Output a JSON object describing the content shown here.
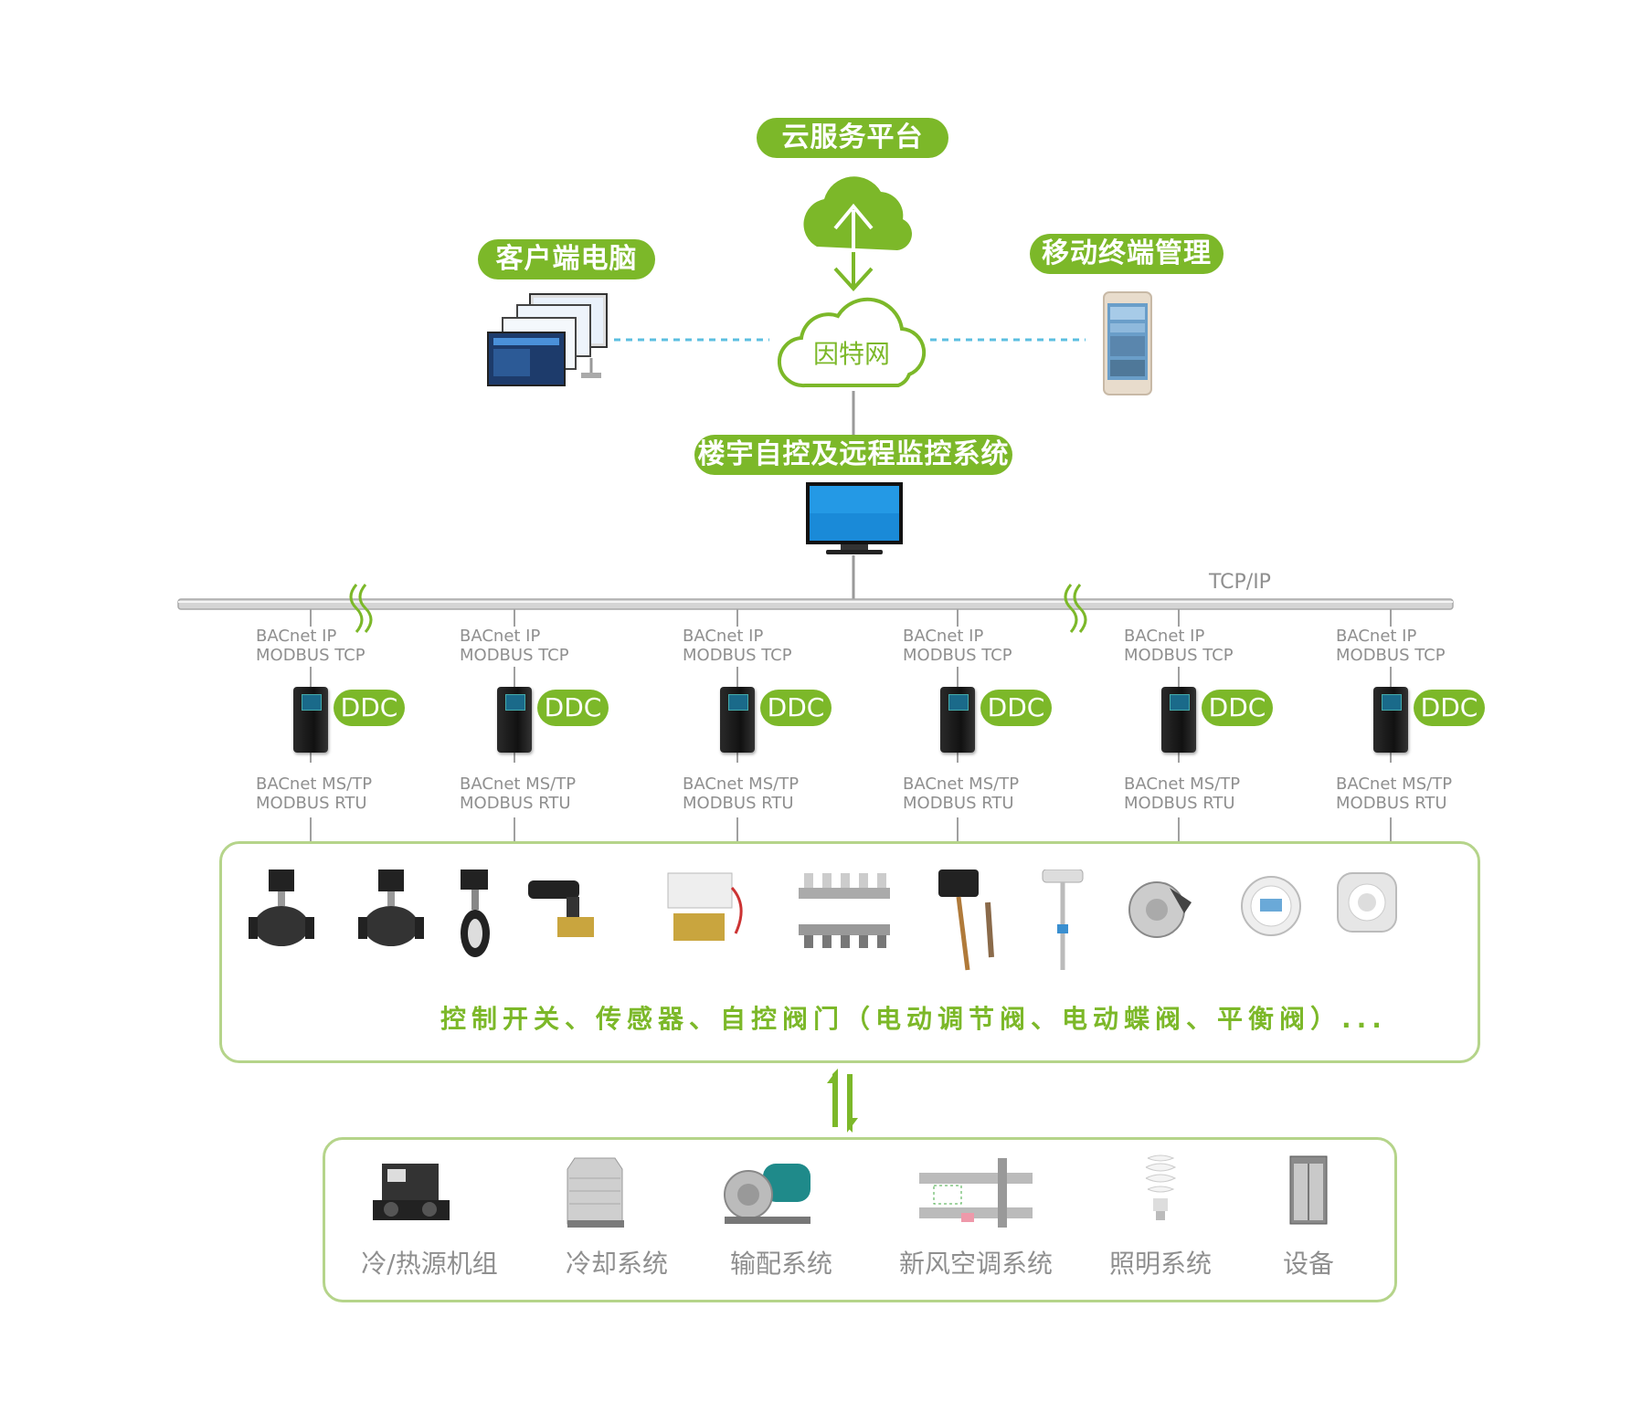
{
  "colors": {
    "accent": "#7cb829",
    "box_border": "#b5d48a",
    "dash": "#5cbfe0",
    "text_grey": "#8f8f8f",
    "bus": "#bdbdbd"
  },
  "top": {
    "cloud_platform": "云服务平台",
    "client_pc": "客户端电脑",
    "mobile": "移动终端管理",
    "internet": "因特网",
    "bas": "楼宇自控及远程监控系统",
    "network": "TCP/IP"
  },
  "ddc_columns": [
    {
      "upper": [
        "BACnet IP",
        "MODBUS TCP"
      ],
      "label": "DDC",
      "lower": [
        "BACnet MS/TP",
        "MODBUS RTU"
      ]
    },
    {
      "upper": [
        "BACnet IP",
        "MODBUS TCP"
      ],
      "label": "DDC",
      "lower": [
        "BACnet MS/TP",
        "MODBUS RTU"
      ]
    },
    {
      "upper": [
        "BACnet IP",
        "MODBUS TCP"
      ],
      "label": "DDC",
      "lower": [
        "BACnet MS/TP",
        "MODBUS RTU"
      ]
    },
    {
      "upper": [
        "BACnet IP",
        "MODBUS TCP"
      ],
      "label": "DDC",
      "lower": [
        "BACnet MS/TP",
        "MODBUS RTU"
      ]
    },
    {
      "upper": [
        "BACnet IP",
        "MODBUS TCP"
      ],
      "label": "DDC",
      "lower": [
        "BACnet MS/TP",
        "MODBUS RTU"
      ]
    },
    {
      "upper": [
        "BACnet IP",
        "MODBUS TCP"
      ],
      "label": "DDC",
      "lower": [
        "BACnet MS/TP",
        "MODBUS RTU"
      ]
    }
  ],
  "field_devices": {
    "caption": "控制开关、传感器、自控阀门（电动调节阀、电动蝶阀、平衡阀）...",
    "icons": [
      "electric-valve-icon",
      "electric-valve-icon",
      "butterfly-valve-icon",
      "flow-switch-icon",
      "solenoid-valve-icon",
      "manifold-icon",
      "temperature-sensor-icon",
      "duct-sensor-icon",
      "pressure-switch-icon",
      "thermostat-icon",
      "room-sensor-icon"
    ]
  },
  "systems": [
    {
      "label": "冷/热源机组",
      "icon": "chiller-icon"
    },
    {
      "label": "冷却系统",
      "icon": "cooling-tower-icon"
    },
    {
      "label": "输配系统",
      "icon": "pump-icon"
    },
    {
      "label": "新风空调系统",
      "icon": "air-handler-icon"
    },
    {
      "label": "照明系统",
      "icon": "bulb-icon"
    },
    {
      "label": "设备",
      "icon": "elevator-icon"
    }
  ]
}
